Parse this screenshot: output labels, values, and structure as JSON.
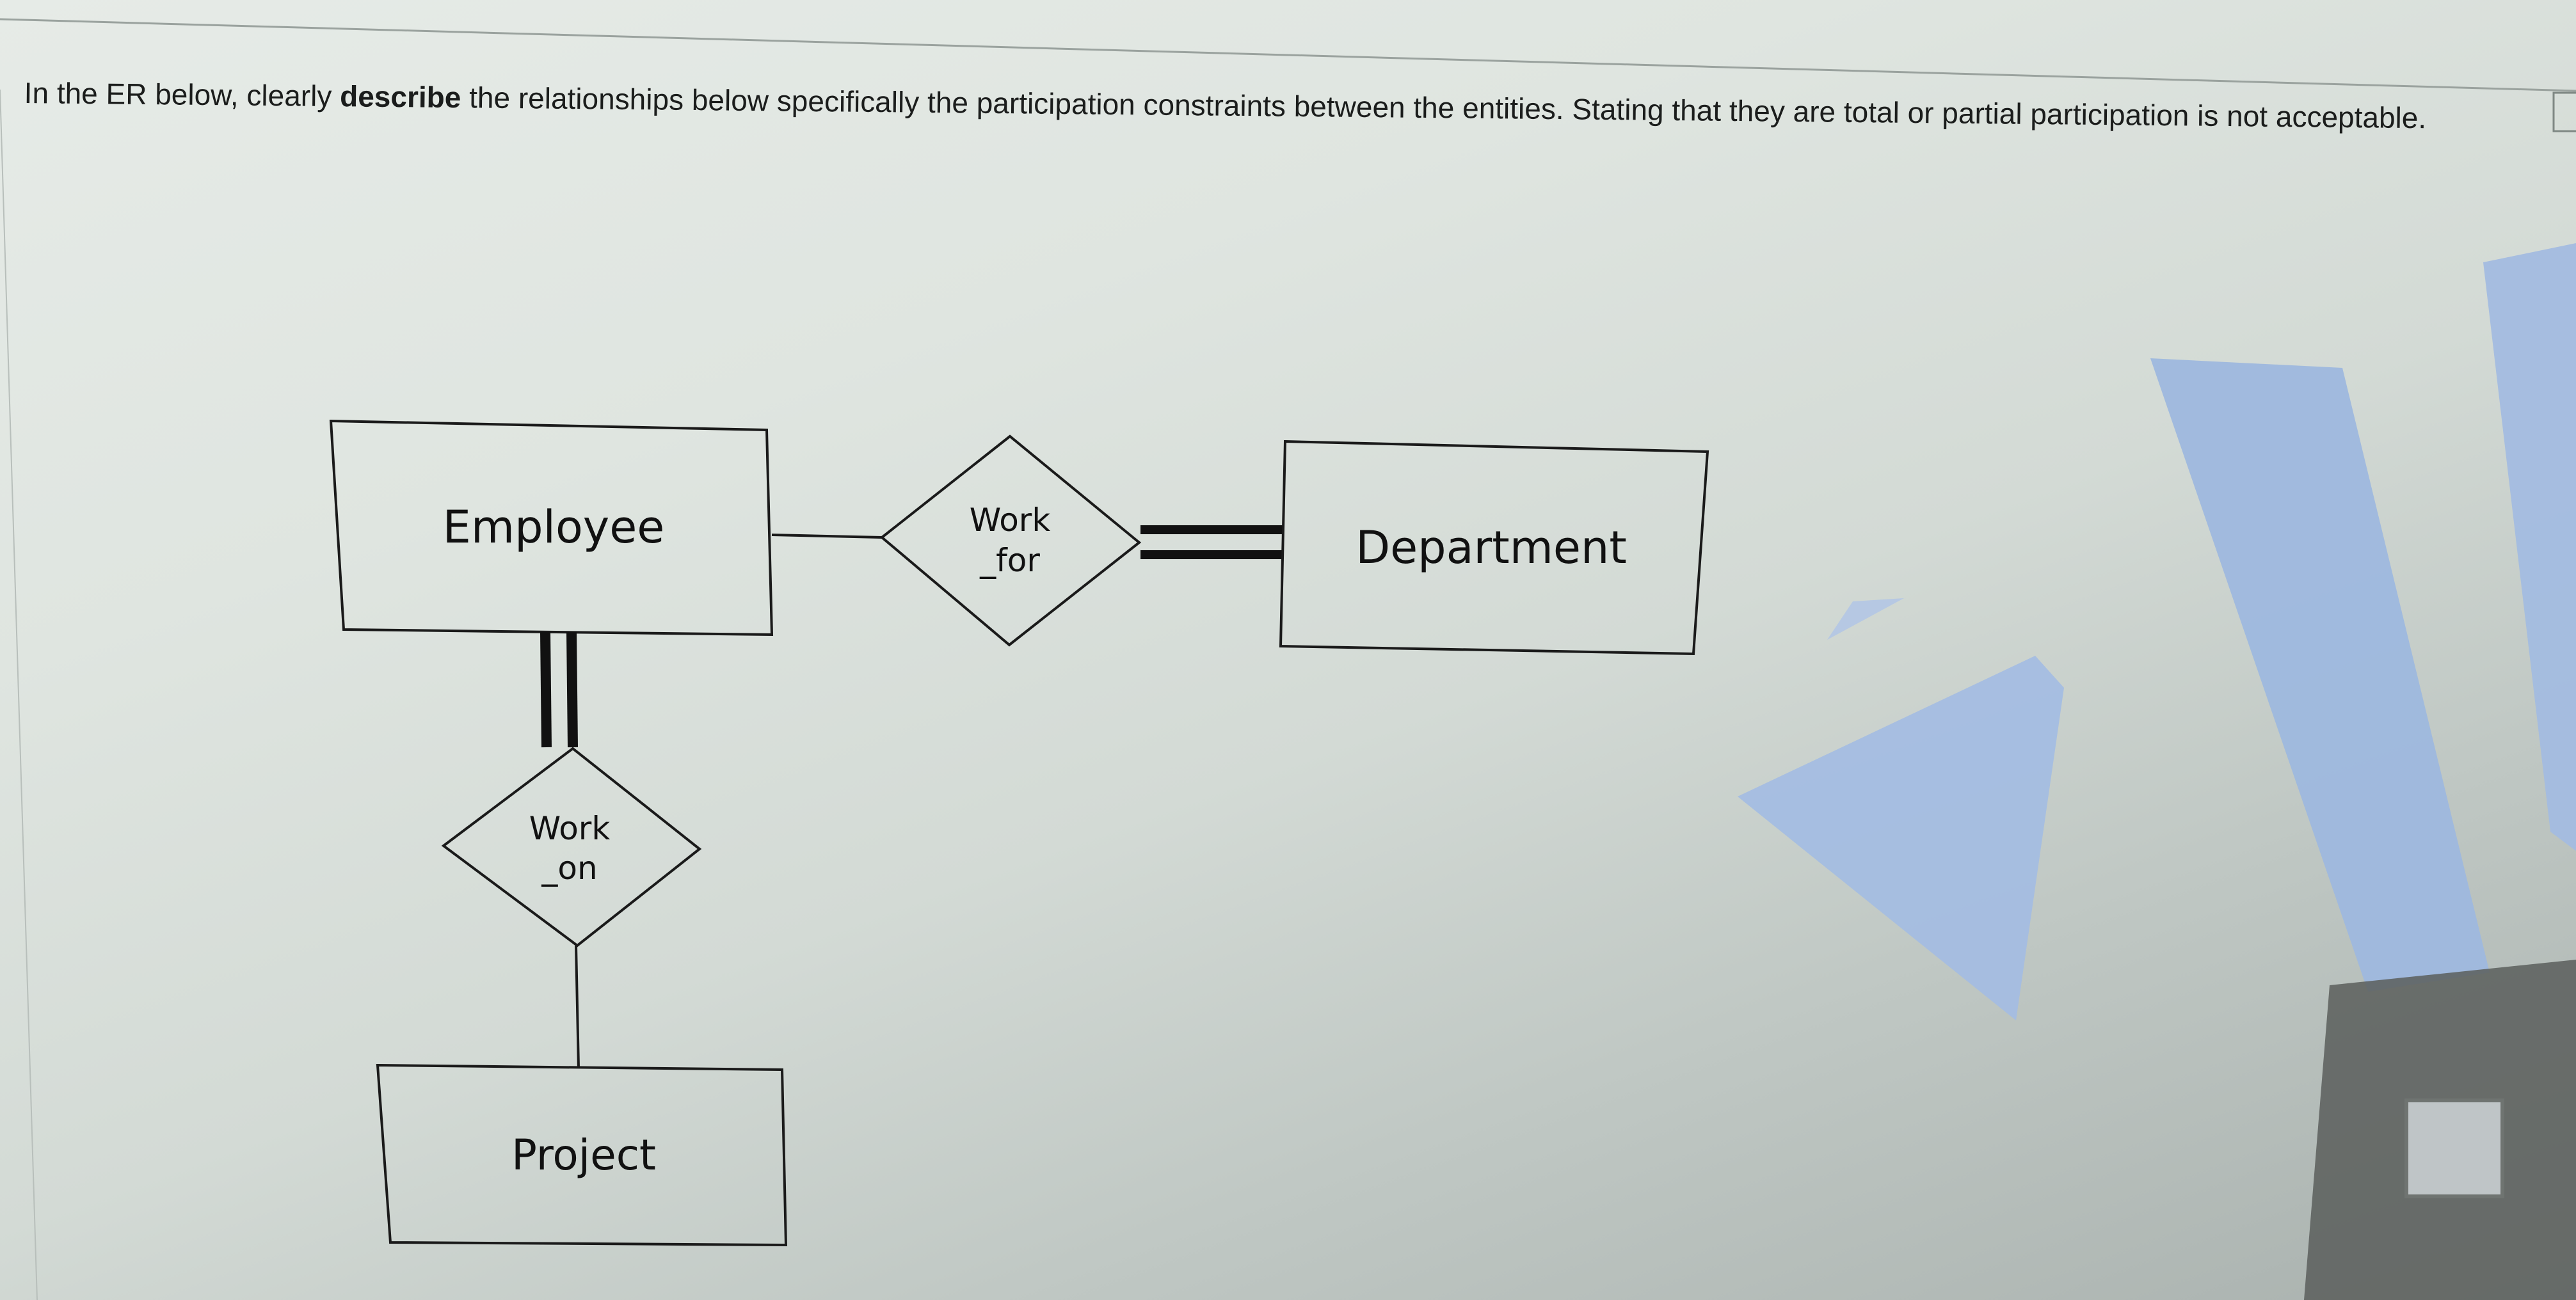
{
  "question": {
    "part1": "In the ER below, clearly ",
    "emphasis": "describe",
    "part2": " the relationships below specifically the participation constraints between the entities.  Stating that they are total or partial participation is not acceptable."
  },
  "diagram": {
    "entities": {
      "employee": "Employee",
      "department": "Department",
      "project": "Project"
    },
    "relationships": {
      "work_for": {
        "line1": "Work",
        "line2": "_for"
      },
      "work_on": {
        "line1": "Work",
        "line2": "_on"
      }
    },
    "participation": {
      "employee_work_for": "single",
      "work_for_department": "double",
      "employee_work_on": "double",
      "work_on_project": "single"
    }
  },
  "colors": {
    "background": "#dfe5e0",
    "ink": "#111111",
    "sky_reflection": "#9fb8dc"
  }
}
